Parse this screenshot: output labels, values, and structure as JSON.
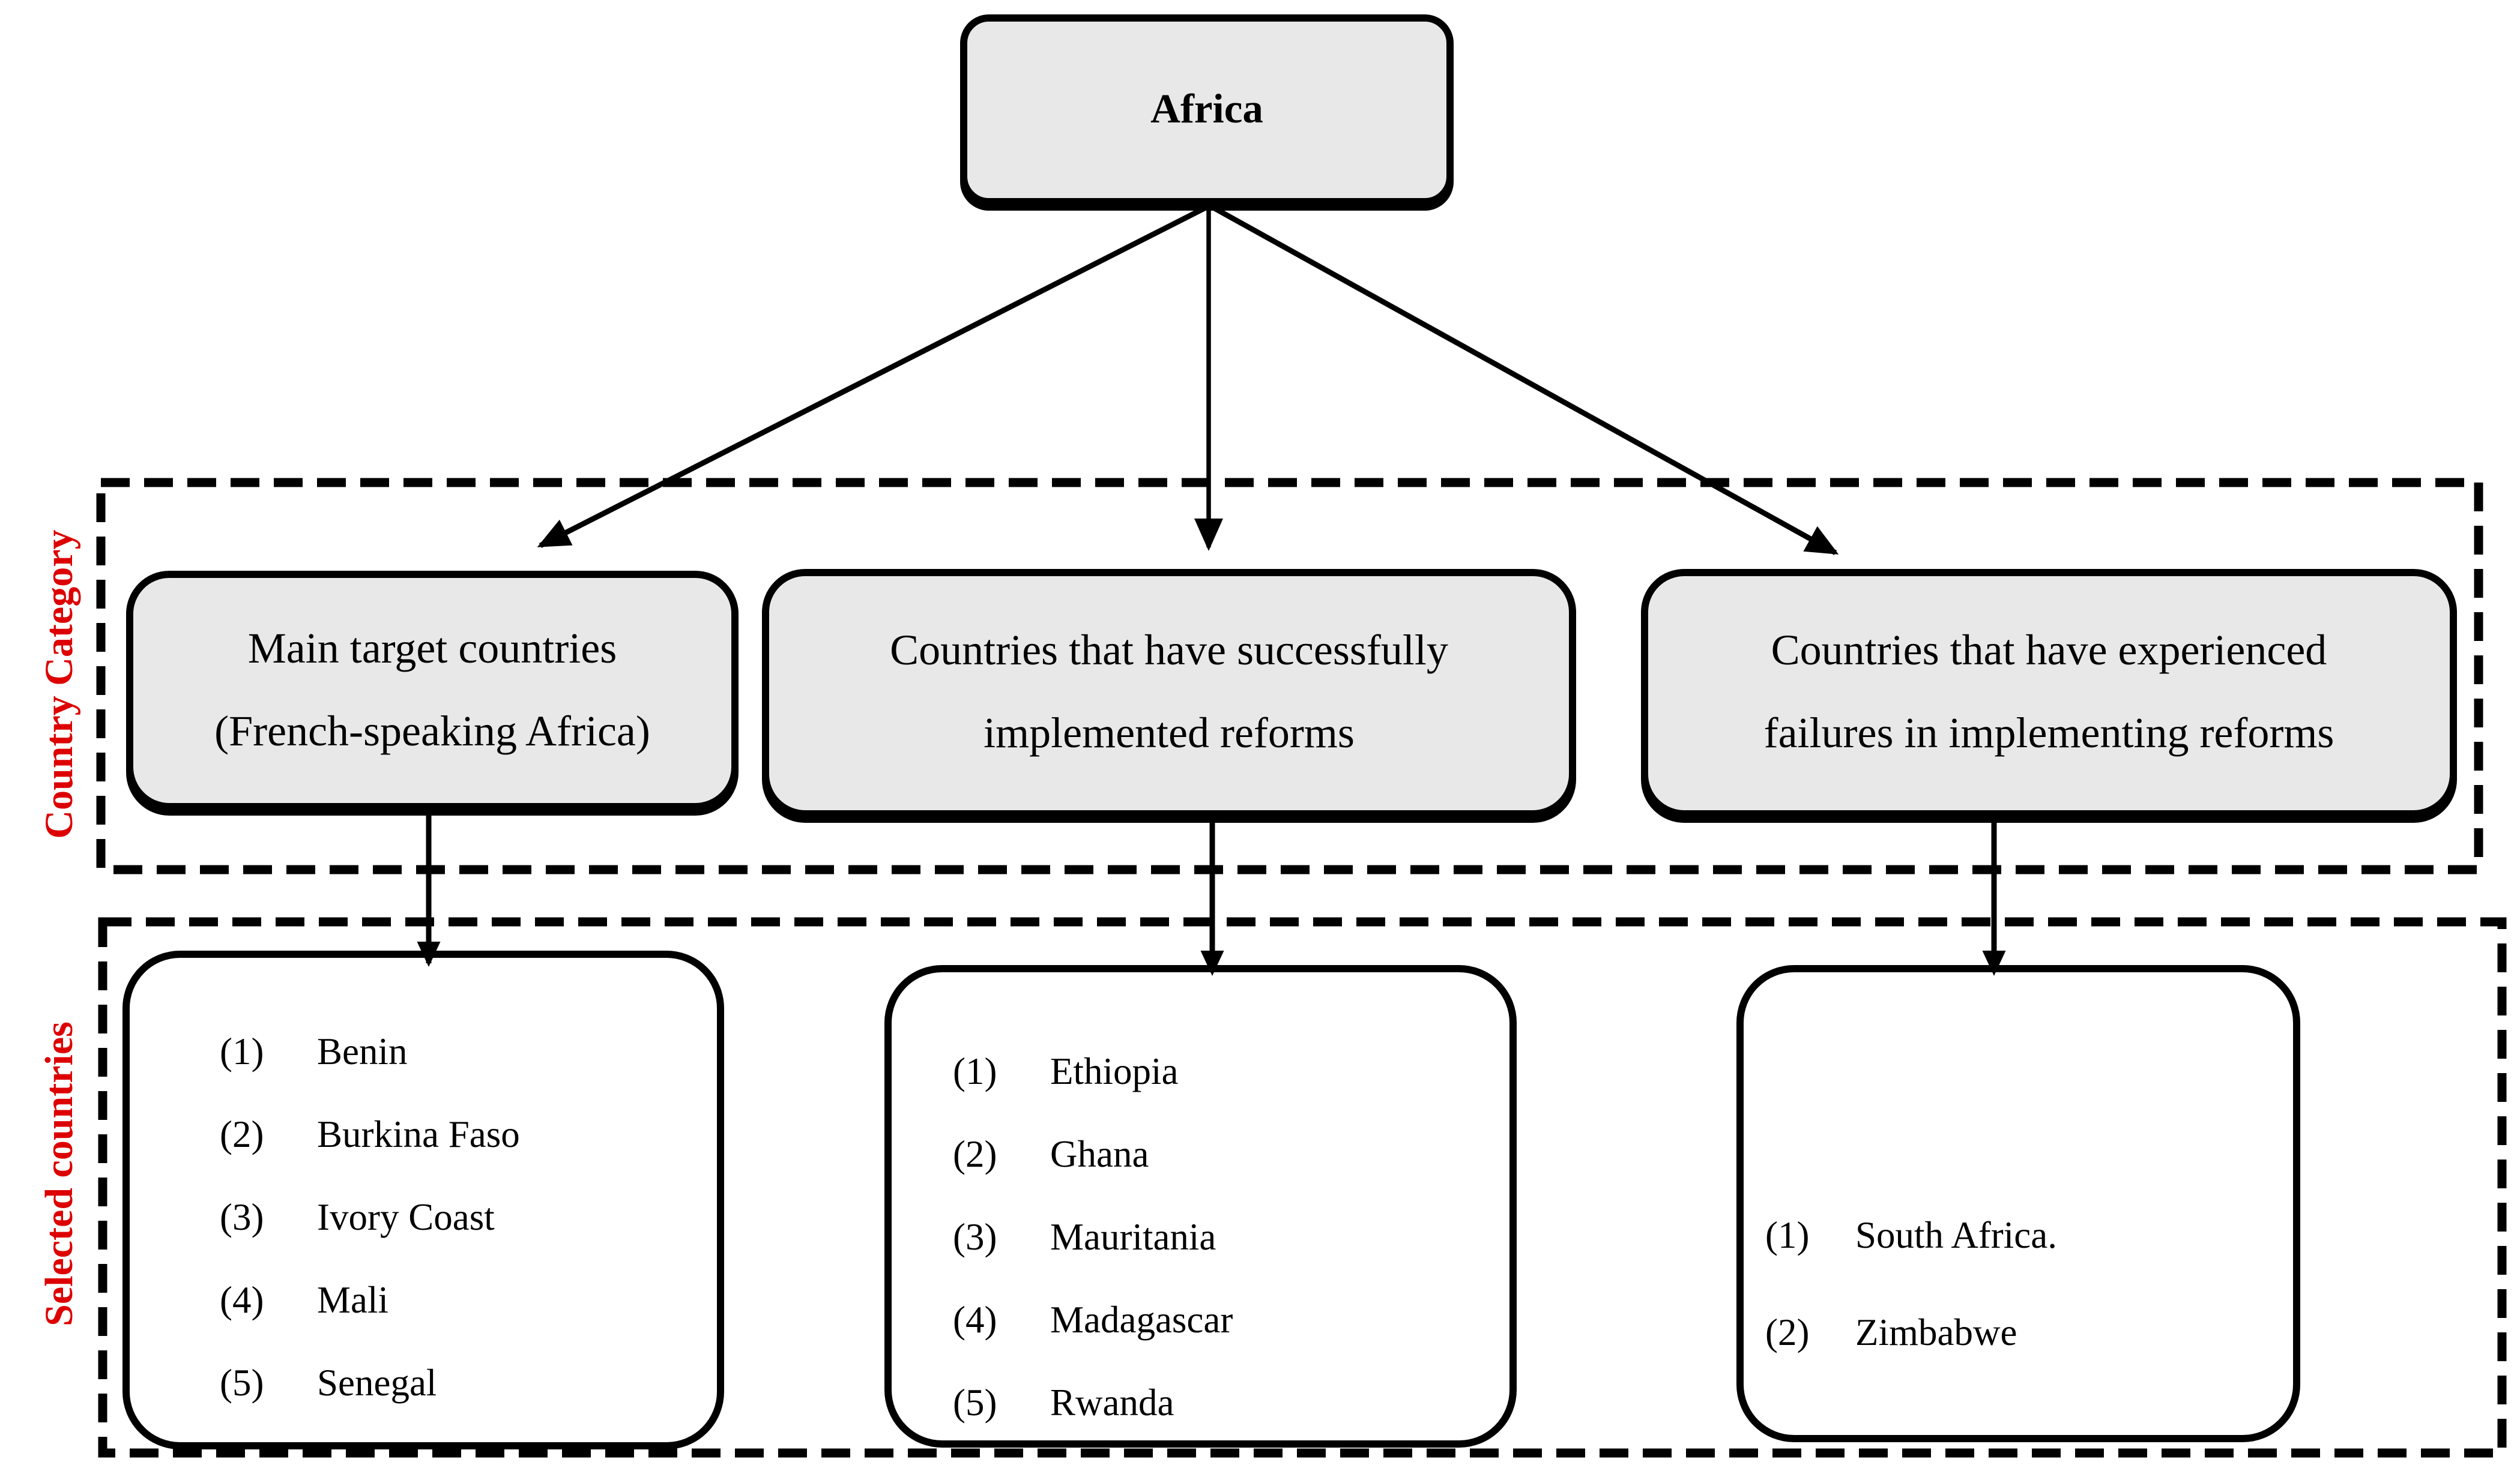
{
  "title_box": {
    "label": "Africa"
  },
  "band_labels": [
    {
      "text": "Country Category"
    },
    {
      "text": "Selected countries"
    }
  ],
  "categories": [
    {
      "line1": "Main target countries",
      "line2": "(French-speaking Africa)"
    },
    {
      "line1": "Countries that have successfully",
      "line2": "implemented reforms"
    },
    {
      "line1": "Countries that have experienced",
      "line2": "failures in implementing reforms"
    }
  ],
  "selected_countries": [
    {
      "items": [
        {
          "num": "(1)",
          "name": "Benin"
        },
        {
          "num": "(2)",
          "name": "Burkina Faso"
        },
        {
          "num": "(3)",
          "name": "Ivory Coast"
        },
        {
          "num": "(4)",
          "name": "Mali"
        },
        {
          "num": "(5)",
          "name": "Senegal"
        }
      ]
    },
    {
      "items": [
        {
          "num": "(1)",
          "name": "Ethiopia"
        },
        {
          "num": "(2)",
          "name": "Ghana"
        },
        {
          "num": "(3)",
          "name": "Mauritania"
        },
        {
          "num": "(4)",
          "name": "Madagascar"
        },
        {
          "num": "(5)",
          "name": "Rwanda"
        }
      ]
    },
    {
      "items": [
        {
          "num": "(1)",
          "name": "South Africa."
        },
        {
          "num": "(2)",
          "name": "Zimbabwe"
        }
      ]
    }
  ],
  "colors": {
    "accent_red": "#dd0000",
    "box_fill": "#e8e8e8",
    "line_black": "#000000",
    "background": "#ffffff"
  }
}
